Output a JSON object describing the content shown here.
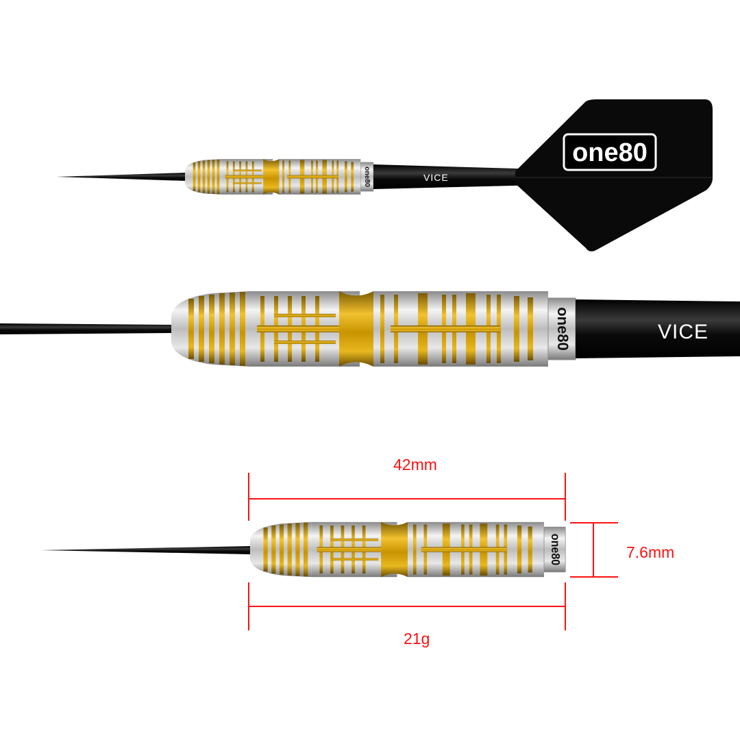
{
  "product": {
    "flight_logo": "one80",
    "shaft_brand": "VICE",
    "barrel_engraving": "one80"
  },
  "dimensions": {
    "length": "42mm",
    "diameter": "7.6mm",
    "weight": "21g"
  },
  "colors": {
    "dimension_line": "#ff1010",
    "gold": "#d9a400",
    "silver": "#c8c8c8",
    "shaft": "#111111"
  }
}
